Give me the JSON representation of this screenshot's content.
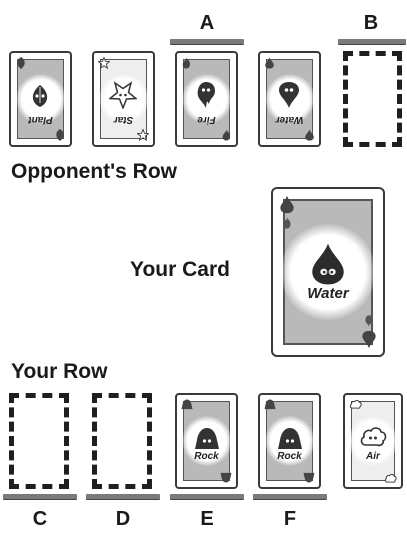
{
  "slot_labels": {
    "a": "A",
    "b": "B",
    "c": "C",
    "d": "D",
    "e": "E",
    "f": "F"
  },
  "opponent_row": {
    "title": "Opponent's Row",
    "cards": [
      {
        "element": "Plant",
        "icon": "plant-icon",
        "face": "gray"
      },
      {
        "element": "Star",
        "icon": "star-icon",
        "face": "light"
      },
      {
        "element": "Fire",
        "icon": "fire-icon",
        "face": "gray"
      },
      {
        "element": "Water",
        "icon": "water-drop-icon",
        "face": "gray"
      }
    ]
  },
  "your_card": {
    "title": "Your Card",
    "element": "Water",
    "icon": "water-drop-icon"
  },
  "your_row": {
    "title": "Your Row",
    "cards": [
      {
        "element": "Rock",
        "icon": "rock-icon",
        "face": "gray"
      },
      {
        "element": "Rock",
        "icon": "rock-icon",
        "face": "gray"
      },
      {
        "element": "Air",
        "icon": "air-cloud-icon",
        "face": "light"
      }
    ]
  },
  "colors": {
    "slot_bar": "#7a7a7a",
    "card_face_gray": "#b9b9b9",
    "card_face_light": "#eeeeee",
    "ink": "#1a1a1a"
  }
}
